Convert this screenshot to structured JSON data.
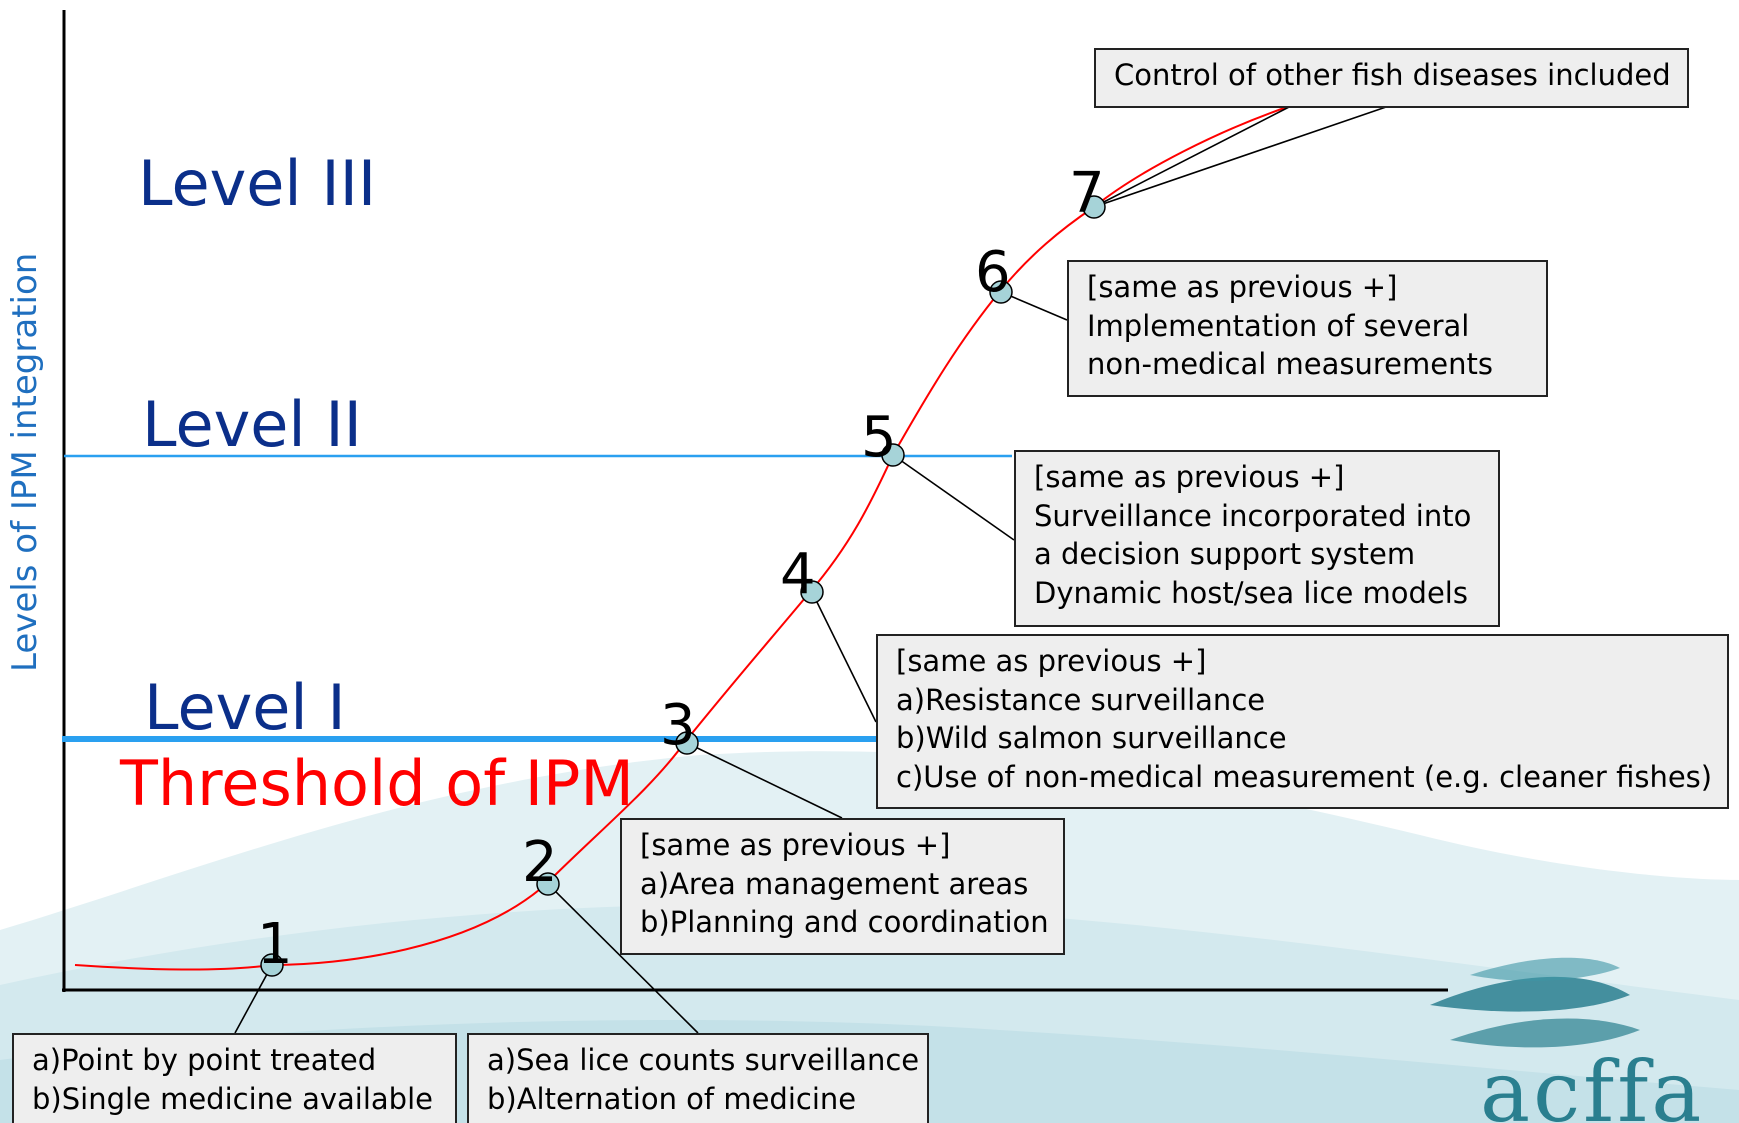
{
  "y_axis_label": "Levels of IPM integration",
  "levels": {
    "level_3": "Level III",
    "level_2": "Level II",
    "level_1": "Level I",
    "threshold": "Threshold of IPM"
  },
  "steps": [
    "1",
    "2",
    "3",
    "4",
    "5",
    "6",
    "7"
  ],
  "boxes": {
    "box_1": [
      "a)Point by point treated",
      "b)Single medicine available"
    ],
    "box_2": [
      "a)Sea lice counts surveillance",
      "b)Alternation of medicine"
    ],
    "box_3": [
      "[same as previous +]",
      "a)Area management areas",
      "b)Planning and coordination"
    ],
    "box_4": [
      "[same as previous +]",
      "a)Resistance surveillance",
      "b)Wild salmon surveillance",
      "c)Use of non-medical measurement (e.g. cleaner fishes)"
    ],
    "box_5": [
      "[same as previous +]",
      "Surveillance incorporated into",
      "a decision support system",
      "Dynamic host/sea lice models"
    ],
    "box_6": [
      "[same as previous +]",
      "Implementation of several",
      "non-medical measurements"
    ],
    "box_7": [
      "Control of other fish diseases included"
    ]
  },
  "logo": {
    "text": "acffa"
  },
  "colors": {
    "curve": "#ff0000",
    "level_line": "#2aa0f0",
    "level_text": "#0b2f8a",
    "threshold_text": "#ff0000",
    "axis_label": "#1f6fbf",
    "box_fill": "#eeeeee",
    "marker_fill": "#a6d3d8",
    "wave": "#d4eaee",
    "logo": "#2a7f8f"
  }
}
